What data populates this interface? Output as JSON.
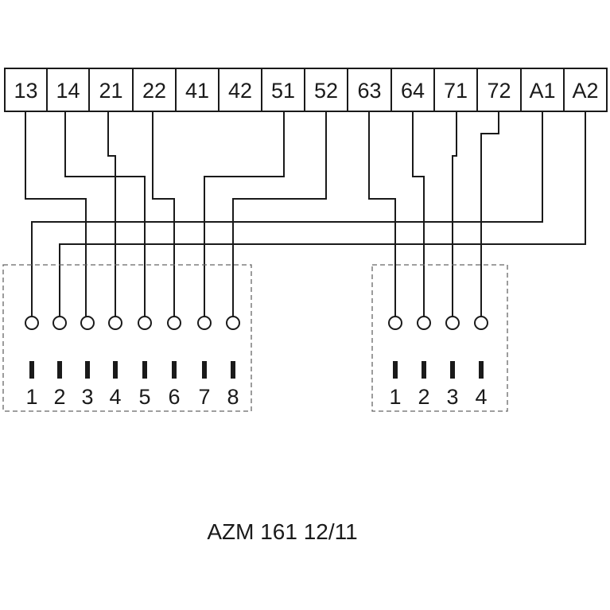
{
  "terminals": [
    "13",
    "14",
    "21",
    "22",
    "41",
    "42",
    "51",
    "52",
    "63",
    "64",
    "71",
    "72",
    "A1",
    "A2"
  ],
  "connector_left": {
    "pins": [
      "1",
      "2",
      "3",
      "4",
      "5",
      "6",
      "7",
      "8"
    ]
  },
  "connector_right": {
    "pins": [
      "1",
      "2",
      "3",
      "4"
    ]
  },
  "model_label": "AZM 161 12/11",
  "wiring": [
    {
      "from": "13",
      "to": "connector_left.3"
    },
    {
      "from": "14",
      "to": "connector_left.5"
    },
    {
      "from": "21",
      "to": "connector_left.4"
    },
    {
      "from": "22",
      "to": "connector_left.6"
    },
    {
      "from": "51",
      "to": "connector_left.7"
    },
    {
      "from": "52",
      "to": "connector_left.8"
    },
    {
      "from": "A1",
      "to": "connector_left.1"
    },
    {
      "from": "A2",
      "to": "connector_left.2"
    },
    {
      "from": "63",
      "to": "connector_right.1"
    },
    {
      "from": "64",
      "to": "connector_right.2"
    },
    {
      "from": "71",
      "to": "connector_right.3"
    },
    {
      "from": "72",
      "to": "connector_right.4"
    }
  ]
}
